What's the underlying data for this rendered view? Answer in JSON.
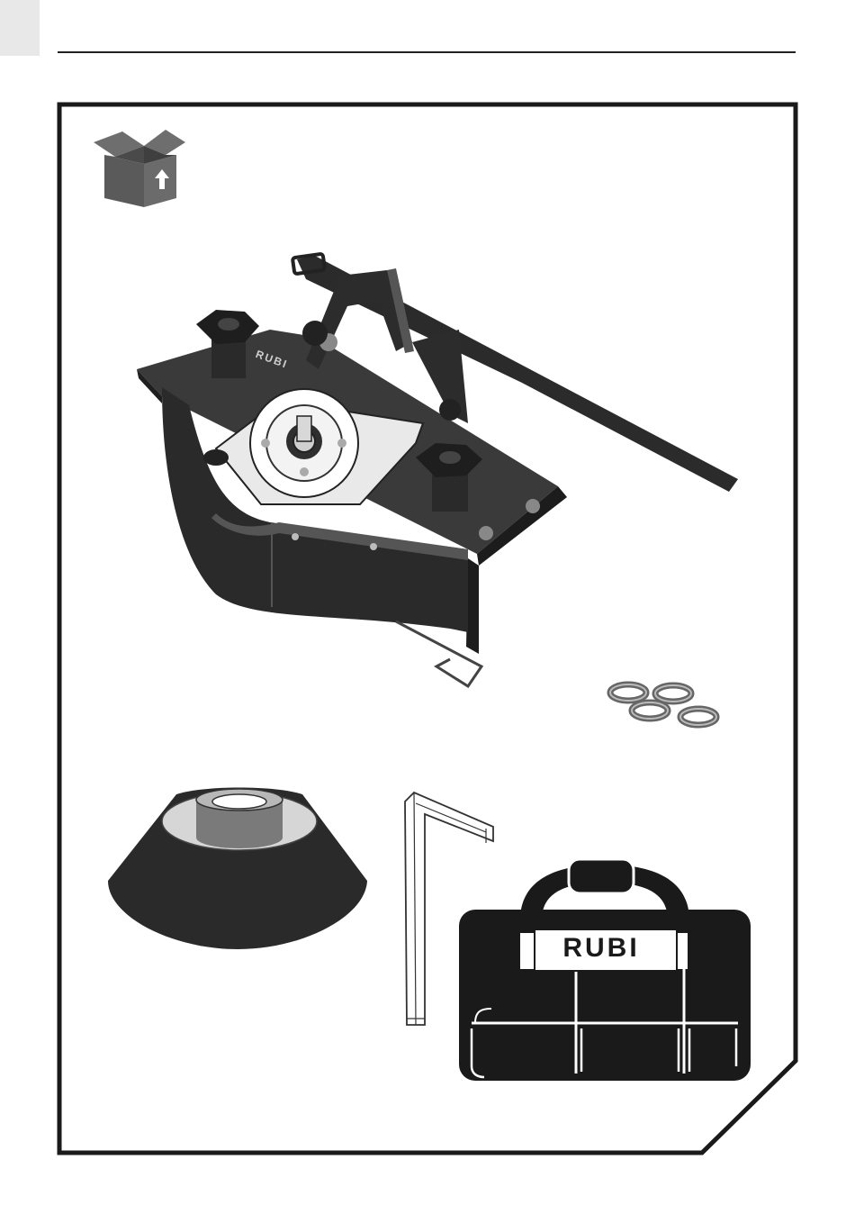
{
  "page": {
    "icons": {
      "unpack": "open-box-with-up-arrow-icon"
    },
    "components": {
      "machine": {
        "name": "bevelling-guide-machine",
        "brand_marking": "RUBI"
      },
      "washers": {
        "count": 4
      },
      "grinding_wheel": {
        "name": "abrasive-disc"
      },
      "hex_key": {
        "name": "allen-key"
      },
      "tool_bag": {
        "brand": "RUBI"
      }
    },
    "colors": {
      "ink": "#1a1a1a",
      "gray_fill": "#555555",
      "light_gray": "#e8e8e8"
    }
  }
}
